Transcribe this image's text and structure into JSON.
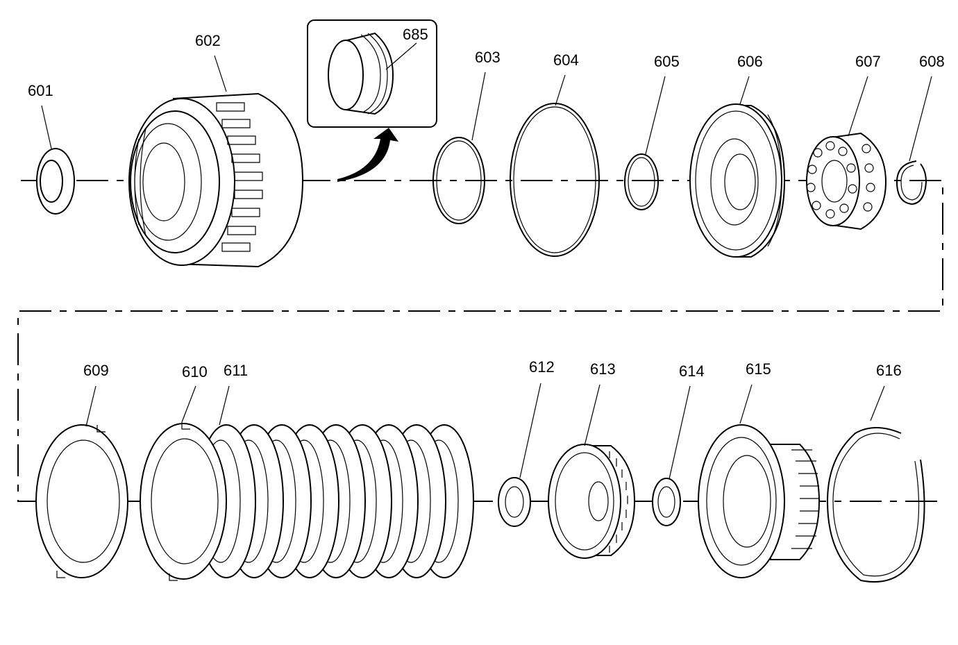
{
  "callouts": [
    {
      "id": "601",
      "label": "601"
    },
    {
      "id": "602",
      "label": "602"
    },
    {
      "id": "685",
      "label": "685"
    },
    {
      "id": "603",
      "label": "603"
    },
    {
      "id": "604",
      "label": "604"
    },
    {
      "id": "605",
      "label": "605"
    },
    {
      "id": "606",
      "label": "606"
    },
    {
      "id": "607",
      "label": "607"
    },
    {
      "id": "608",
      "label": "608"
    },
    {
      "id": "609",
      "label": "609"
    },
    {
      "id": "610",
      "label": "610"
    },
    {
      "id": "611",
      "label": "611"
    },
    {
      "id": "612",
      "label": "612"
    },
    {
      "id": "613",
      "label": "613"
    },
    {
      "id": "614",
      "label": "614"
    },
    {
      "id": "615",
      "label": "615"
    },
    {
      "id": "616",
      "label": "616"
    }
  ],
  "colors": {
    "line": "#000000",
    "background": "#ffffff"
  }
}
